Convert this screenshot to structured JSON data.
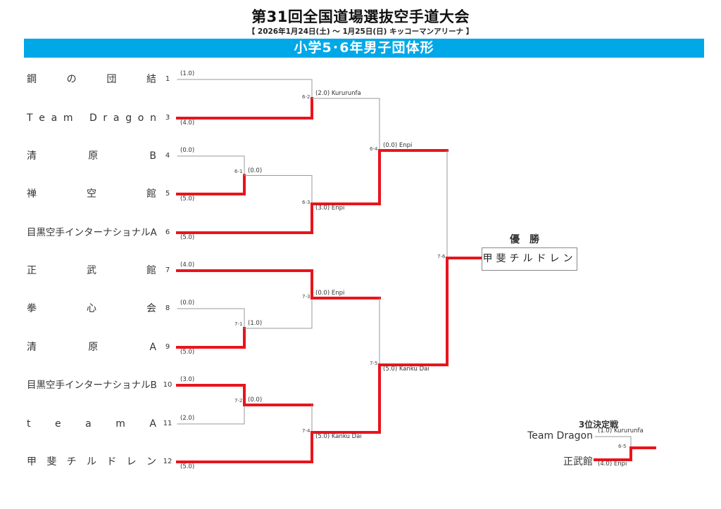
{
  "header": {
    "title": "第31回全国道場選抜空手道大会",
    "subtitle": "【 2026年1月24日(土) ～ 1月25日(日)  キッコーマンアリーナ 】",
    "division": "小学5･6年男子団体形",
    "banner_color": "#00a8e8"
  },
  "colors": {
    "winner_line": "#e8141c",
    "loser_line": "#999999"
  },
  "teams": [
    {
      "seed": "1",
      "name": "鋼の団結",
      "spaced": true,
      "score": "(1.0)",
      "won": false
    },
    {
      "seed": "3",
      "name": "TeamDragon",
      "display": [
        "T",
        "e",
        "a",
        "m",
        "",
        "D",
        "r",
        "a",
        "g",
        "o",
        "n"
      ],
      "spaced": true,
      "score": "(4.0)",
      "won": true
    },
    {
      "seed": "4",
      "name": "清原B",
      "spaced": true,
      "score": "(0.0)",
      "won": false
    },
    {
      "seed": "5",
      "name": "禅空館",
      "spaced": true,
      "score": "(5.0)",
      "won": true
    },
    {
      "seed": "6",
      "name": "目黒空手インターナショナルA",
      "spaced": false,
      "score": "(5.0)",
      "won": true
    },
    {
      "seed": "7",
      "name": "正武館",
      "spaced": true,
      "score": "(4.0)",
      "won": true
    },
    {
      "seed": "8",
      "name": "拳心会",
      "spaced": true,
      "score": "(0.0)",
      "won": false
    },
    {
      "seed": "9",
      "name": "清原A",
      "spaced": true,
      "score": "(5.0)",
      "won": true
    },
    {
      "seed": "10",
      "name": "目黒空手インターナショナルB",
      "spaced": false,
      "score": "(3.0)",
      "won": true
    },
    {
      "seed": "11",
      "name": "teamA",
      "spaced": true,
      "score": "(2.0)",
      "won": false
    },
    {
      "seed": "12",
      "name": "甲斐チルドレン",
      "spaced": true,
      "score": "(5.0)",
      "won": true
    }
  ],
  "matches": [
    {
      "id": "6-1",
      "score": "(0.0)",
      "kata": ""
    },
    {
      "id": "6-2",
      "score": "(2.0)",
      "kata": "Kururunfa"
    },
    {
      "id": "6-3",
      "score": "(3.0)",
      "kata": "Enpi"
    },
    {
      "id": "6-4",
      "score": "(0.0)",
      "kata": "Enpi"
    },
    {
      "id": "7-1",
      "score": "(1.0)",
      "kata": ""
    },
    {
      "id": "7-2",
      "score": "(0.0)",
      "kata": ""
    },
    {
      "id": "7-3",
      "score": "(0.0)",
      "kata": "Enpi"
    },
    {
      "id": "7-4",
      "score": "(5.0)",
      "kata": "Kanku Dai"
    },
    {
      "id": "7-5",
      "score": "(5.0)",
      "kata": "Kanku Dai"
    },
    {
      "id": "7-6",
      "score": "",
      "kata": ""
    }
  ],
  "champion": {
    "label": "優勝",
    "name": "甲斐チルドレン"
  },
  "third_place": {
    "title": "3位決定戦",
    "match_id": "6-5",
    "top": {
      "name": "Team Dragon",
      "score": "(1.0)",
      "kata": "Kururunfa",
      "won": false
    },
    "bottom": {
      "name": "正武館",
      "score": "(4.0)",
      "kata": "Enpi",
      "won": true
    }
  }
}
